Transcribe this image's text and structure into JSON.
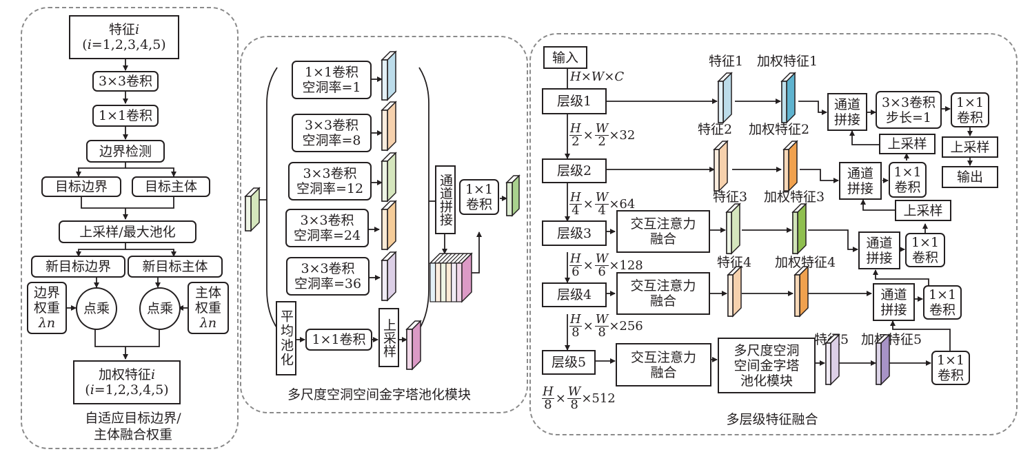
{
  "panels": {
    "left": {
      "caption_line1": "自适应目标边界/",
      "caption_line2": "主体融合权重",
      "feature_box": {
        "line1": "特征",
        "var": "i",
        "line2": "(i=1,2,3,4,5)"
      },
      "conv3": "3×3卷积",
      "conv1": "1×1卷积",
      "edge_detect": "边界检测",
      "target_boundary": "目标边界",
      "target_body": "目标主体",
      "up_pool": "上采样/最大池化",
      "new_boundary": "新目标边界",
      "new_body": "新目标主体",
      "boundary_weight": [
        "边界",
        "权重",
        "λn"
      ],
      "body_weight": [
        "主体",
        "权重",
        "λn"
      ],
      "dot_left": "点乘",
      "dot_right": "点乘",
      "weighted_box": {
        "line1": "加权特征",
        "var": "i",
        "line2": "(i=1,2,3,4,5)"
      }
    },
    "middle": {
      "caption": "多尺度空洞空间金字塔池化模块",
      "branches": [
        {
          "line1": "1×1卷积",
          "line2": "空洞率=1",
          "color": "#bcdcea"
        },
        {
          "line1": "3×3卷积",
          "line2": "空洞率=8",
          "color": "#f6d1ad"
        },
        {
          "line1": "3×3卷积",
          "line2": "空洞率=12",
          "color": "#d5e6bd"
        },
        {
          "line1": "3×3卷积",
          "line2": "空洞率=24",
          "color": "#f5cc99"
        },
        {
          "line1": "3×3卷积",
          "line2": "空洞率=36",
          "color": "#dccfe6"
        }
      ],
      "avg_pool": "平均池化",
      "pool_conv": "1×1卷积",
      "upsample": "上采样",
      "concat": "通道拼接",
      "out_conv": "1×1卷积",
      "input_color": "#d5e6bd",
      "pool_color": "#dc9ac6",
      "output_color": "#a9d18e"
    },
    "right": {
      "caption": "多层级特征融合",
      "input": "输入",
      "input_dim": "H×W×C",
      "levels": [
        "层级1",
        "层级2",
        "层级3",
        "层级4",
        "层级5"
      ],
      "dims": [
        {
          "h": "H",
          "w": "W",
          "den": "2",
          "c": "×32"
        },
        {
          "h": "H",
          "w": "W",
          "den": "4",
          "c": "×64"
        },
        {
          "h": "H",
          "w": "W",
          "den": "6",
          "c": "×128"
        },
        {
          "h": "H",
          "w": "W",
          "den": "8",
          "c": "×256"
        },
        {
          "h": "H",
          "w": "W",
          "den": "8",
          "c": "×512"
        }
      ],
      "attention": [
        "交互注意力",
        "融合"
      ],
      "aspp_block": [
        "多尺度空洞",
        "空间金字塔",
        "池化模块"
      ],
      "feature_labels": [
        "特征1",
        "特征2",
        "特征3",
        "特征4",
        "特征5"
      ],
      "weighted_labels": [
        "加权特征1",
        "加权特征2",
        "加权特征3",
        "加权特征4",
        "加权特征5"
      ],
      "concat": "通道拼接",
      "conv3_stride": [
        "3×3卷积",
        "步长=1"
      ],
      "conv1": "1×1卷积",
      "upsample": "上采样",
      "output": "输出",
      "feature_colors": [
        "#bcdcea",
        "#f6d1ad",
        "#d5e6bd",
        "#f6d1ad",
        "#dccfe6"
      ],
      "weighted_colors": [
        "#5fb3cf",
        "#f0a14e",
        "#8fbf4f",
        "#f0a14e",
        "#a793c6"
      ]
    }
  }
}
